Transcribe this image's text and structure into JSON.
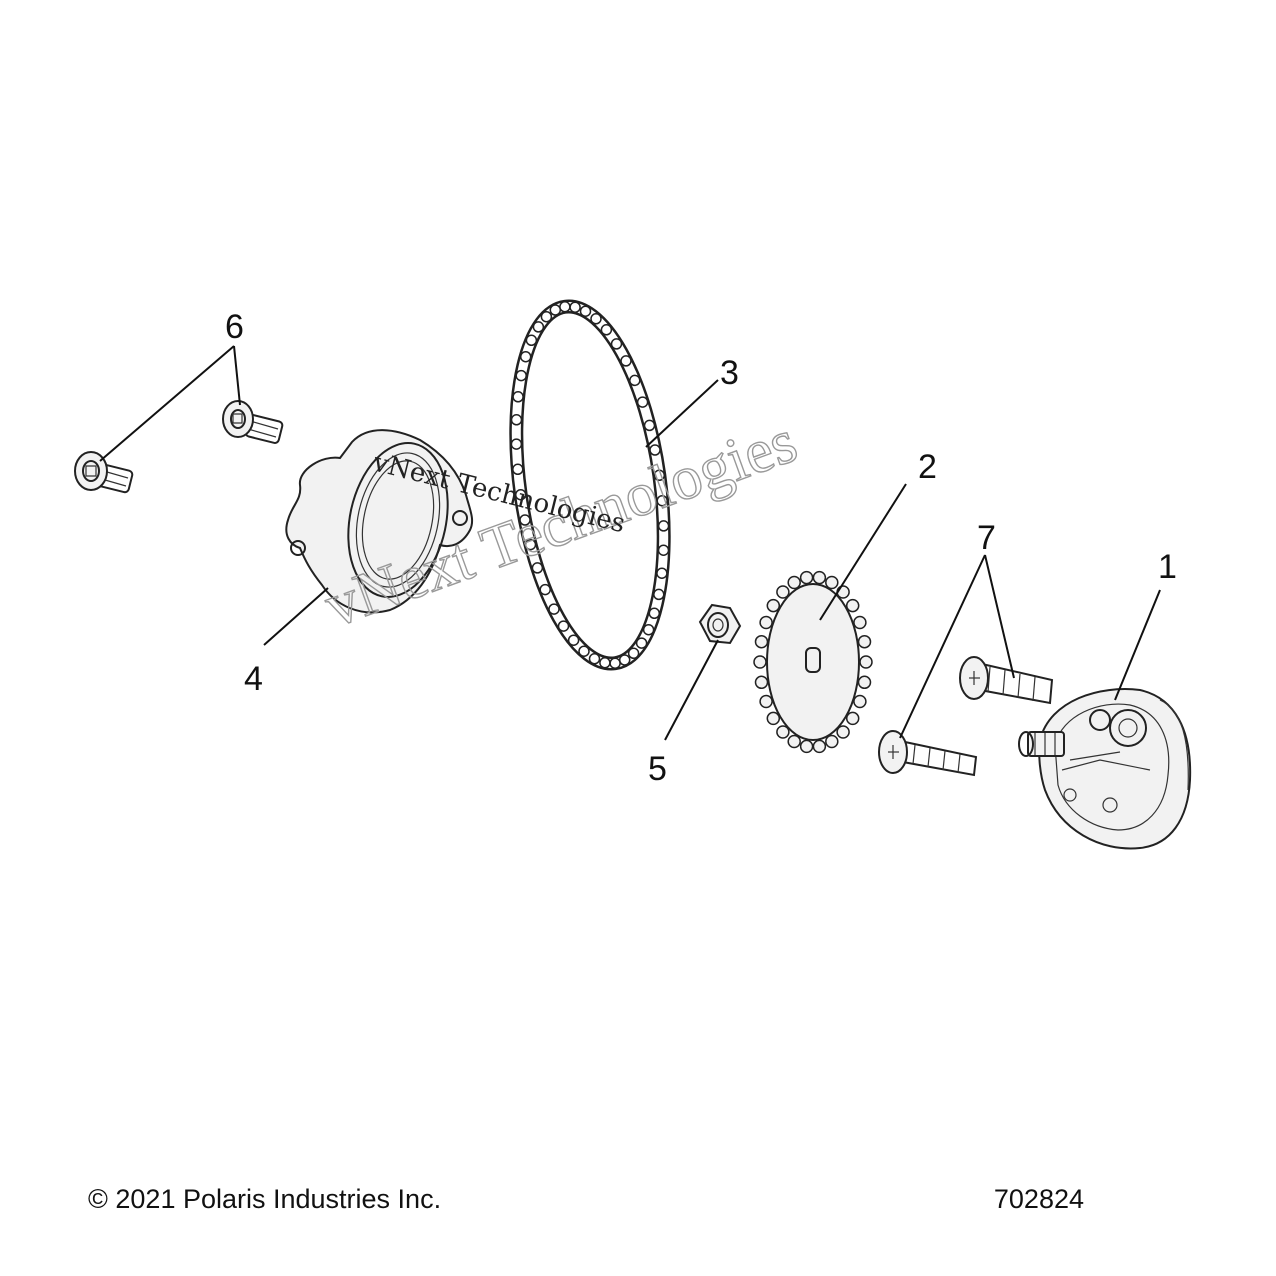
{
  "diagram": {
    "callouts": [
      {
        "number": "1",
        "part": "oil-pump"
      },
      {
        "number": "2",
        "part": "sprocket"
      },
      {
        "number": "3",
        "part": "chain"
      },
      {
        "number": "4",
        "part": "gasket-plate"
      },
      {
        "number": "5",
        "part": "nut"
      },
      {
        "number": "6",
        "part": "button-head-screw"
      },
      {
        "number": "7",
        "part": "flat-head-screw"
      }
    ],
    "watermark": "vNext Technologies"
  },
  "footer": {
    "copyright": "© 2021 Polaris Industries Inc.",
    "diagram_number": "702824"
  }
}
